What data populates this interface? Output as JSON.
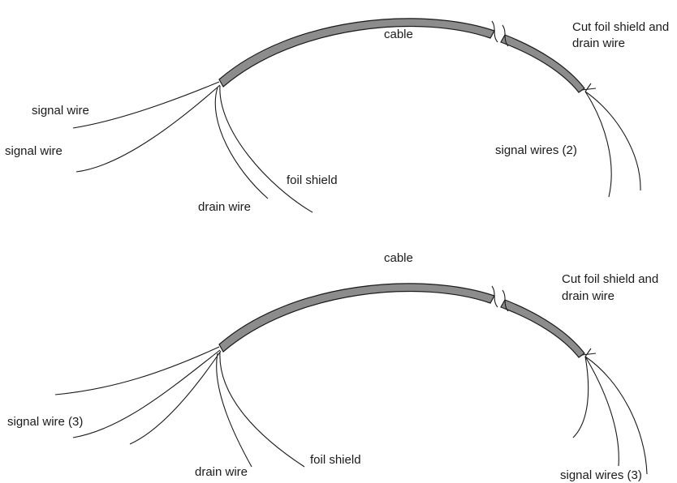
{
  "colors": {
    "cable_fill": "#8c8c8c",
    "line": "#1a1a1a",
    "background": "#ffffff"
  },
  "panel_top": {
    "cable_label": "cable",
    "cut_note_line1": "Cut foil shield and",
    "cut_note_line2": "drain wire",
    "signal_wire_label_a": "signal wire",
    "signal_wire_label_b": "signal wire",
    "foil_shield_label": "foil shield",
    "drain_wire_label": "drain wire",
    "signal_wires_right_label": "signal wires (2)"
  },
  "panel_bottom": {
    "cable_label": "cable",
    "cut_note_line1": "Cut foil shield and",
    "cut_note_line2": "drain wire",
    "signal_wire_label": "signal wire (3)",
    "foil_shield_label": "foil shield",
    "drain_wire_label": "drain wire",
    "signal_wires_right_label": "signal wires (3)"
  }
}
